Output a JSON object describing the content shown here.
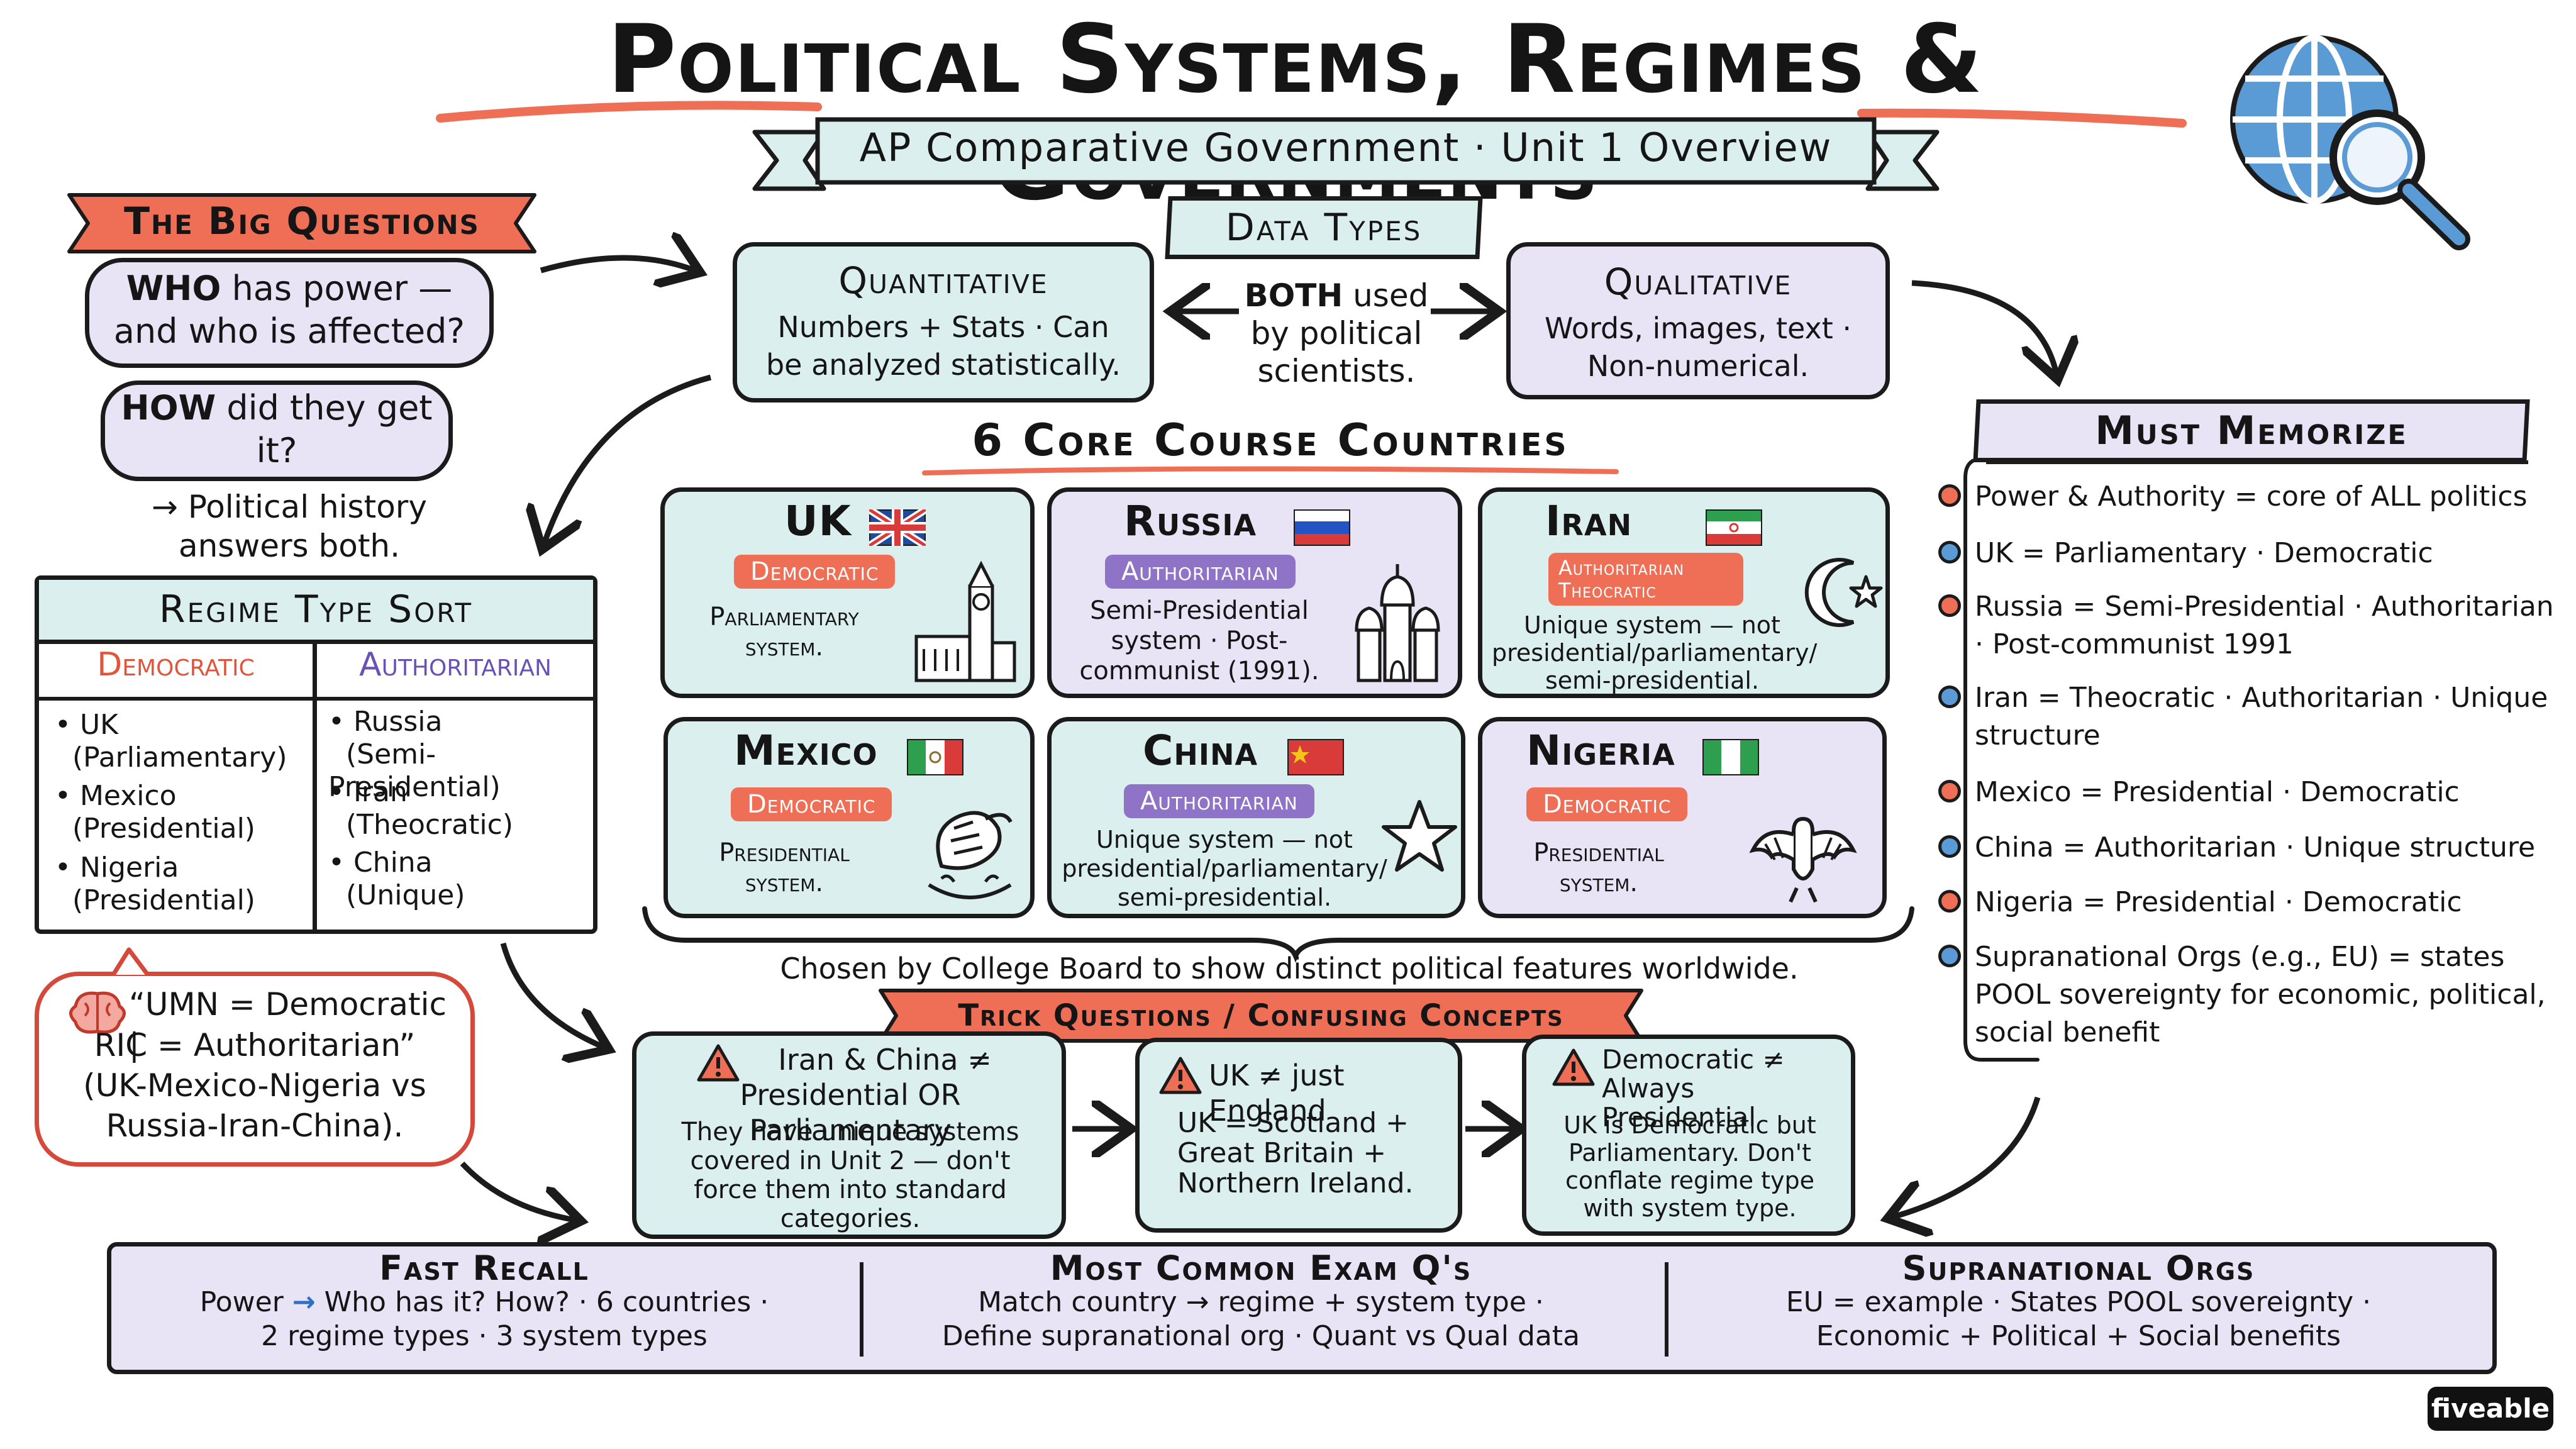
{
  "header": {
    "title": "Political Systems, Regimes & Governments",
    "subtitle": "AP Comparative Government · Unit 1 Overview"
  },
  "big_questions": {
    "heading": "The Big Questions",
    "q1_bold": "WHO",
    "q1_rest": " has power — and who is affected?",
    "q2_bold": "HOW",
    "q2_rest": " did they get it?",
    "answer": "→ Political history answers both."
  },
  "data_types": {
    "heading": "Data Types",
    "quantitative": {
      "title": "Quantitative",
      "desc": "Numbers + Stats · Can be analyzed statistically."
    },
    "both": {
      "bold": "BOTH",
      "rest": " used by political scientists."
    },
    "qualitative": {
      "title": "Qualitative",
      "desc": "Words, images, text · Non-numerical."
    }
  },
  "core_countries": {
    "heading": "6 Core Course Countries",
    "caption": "Chosen by College Board to show distinct political features worldwide.",
    "uk": {
      "name": "UK",
      "badge": "Democratic",
      "desc": "Parliamentary system."
    },
    "russia": {
      "name": "Russia",
      "badge": "Authoritarian",
      "desc": "Semi-Presidential system · Post-communist (1991)."
    },
    "iran": {
      "name": "Iran",
      "badge": "Authoritarian Theocratic",
      "desc": "Unique system — not presidential/parliamentary/ semi-presidential."
    },
    "mexico": {
      "name": "Mexico",
      "badge": "Democratic",
      "desc": "Presidential system."
    },
    "china": {
      "name": "China",
      "badge": "Authoritarian",
      "desc": "Unique system — not presidential/parliamentary/ semi-presidential."
    },
    "nigeria": {
      "name": "Nigeria",
      "badge": "Democratic",
      "desc": "Presidential system."
    }
  },
  "regime_sort": {
    "heading": "Regime Type Sort",
    "col_dem": "Democratic",
    "col_aut": "Authoritarian",
    "dem_items": [
      {
        "name": "UK",
        "type": "(Parliamentary)"
      },
      {
        "name": "Mexico",
        "type": "(Presidential)"
      },
      {
        "name": "Nigeria",
        "type": "(Presidential)"
      }
    ],
    "aut_items": [
      {
        "name": "Russia",
        "type": "(Semi-Presidential)"
      },
      {
        "name": "Iran",
        "type": "(Theocratic)"
      },
      {
        "name": "China",
        "type": "(Unique)"
      }
    ]
  },
  "mnemonic": {
    "line1": "“UMN = Democratic |",
    "line2": "RIC = Authoritarian”",
    "line3": "(UK-Mexico-Nigeria vs",
    "line4": "Russia-Iran-China)."
  },
  "trick_questions": {
    "heading": "Trick Questions / Confusing Concepts",
    "t1": {
      "title": "Iran & China ≠ Presidential OR Parliamentary",
      "desc": "They have unique systems covered in Unit 2 — don't force them into standard categories."
    },
    "t2": {
      "title": "UK ≠ just England",
      "desc": "UK = Scotland + Great Britain + Northern Ireland."
    },
    "t3": {
      "title": "Democratic ≠ Always Presidential",
      "desc": "UK is Democratic but Parliamentary. Don't conflate regime type with system type."
    }
  },
  "must_memorize": {
    "heading": "Must Memorize",
    "items": [
      "Power & Authority = core of ALL politics",
      "UK = Parliamentary · Democratic",
      "Russia = Semi-Presidential · Authoritarian · Post-communist 1991",
      "Iran = Theocratic · Authoritarian · Unique structure",
      "Mexico = Presidential · Democratic",
      "China = Authoritarian · Unique structure",
      "Nigeria = Presidential · Democratic",
      "Supranational Orgs (e.g., EU) = states POOL sovereignty for economic, political, social benefit"
    ]
  },
  "footer": {
    "fast_recall": {
      "heading": "Fast Recall",
      "l1a": "Power",
      "l1b": "Who has it? How? · 6 countries ·",
      "l2": "2 regime types · 3 system types"
    },
    "exam_q": {
      "heading": "Most Common Exam Q's",
      "l1": "Match country → regime + system type ·",
      "l2": "Define supranational org · Quant vs Qual data"
    },
    "supra": {
      "heading": "Supranational Orgs",
      "l1": "EU = example · States POOL sovereignty ·",
      "l2": "Economic + Political + Social benefits"
    }
  },
  "brand": "fiveable",
  "icons": [
    "globe-magnifier-icon",
    "uk-flag-icon",
    "russia-flag-icon",
    "iran-flag-icon",
    "mexico-flag-icon",
    "china-flag-icon",
    "nigeria-flag-icon",
    "big-ben-icon",
    "kremlin-icon",
    "crescent-star-icon",
    "mexican-eagle-icon",
    "star-icon",
    "nigeria-eagle-icon",
    "warning-icon",
    "brain-icon"
  ],
  "colors": {
    "coral": "#ee6f55",
    "purple": "#8e73c7",
    "blue_fill": "#dcefef",
    "purple_fill": "#e9e3f6",
    "dot_blue": "#5b9bd5"
  }
}
